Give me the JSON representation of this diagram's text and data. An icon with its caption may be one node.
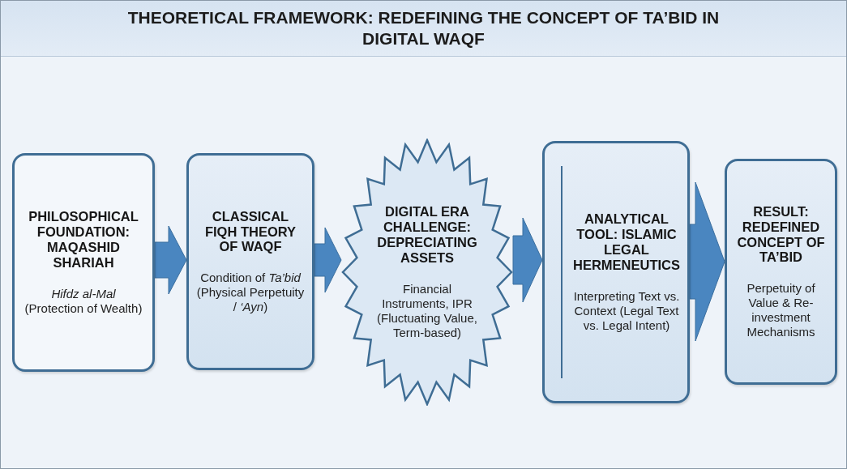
{
  "diagram": {
    "title": "THEORETICAL FRAMEWORK: REDEFINING THE CONCEPT OF TA’BID IN DIGITAL WAQF",
    "nodes": [
      {
        "text": [
          "PHILOSOPHICAL FOUNDATION: MAQASHID SHARIAH",
          "*Hifdz al-Mal* (Protection of Wealth)"
        ]
      },
      {
        "text": [
          "CLASSICAL FIQH THEORY OF WAQF",
          "Condition of *Ta’bid* (Physical Perpetuity / *‘Ayn*)"
        ]
      },
      {
        "text": [
          "DIGITAL ERA CHALLENGE: DEPRECIATING ASSETS",
          "Financial Instruments, IPR (Fluctuating Value, Term-based)"
        ]
      },
      {
        "text": [
          "ANALYTICAL TOOL: ISLAMIC LEGAL HERMENEUTICS",
          "Interpreting Text vs. Context (Legal Text vs. Legal Intent)"
        ]
      },
      {
        "text": [
          "RESULT: REDEFINED CONCEPT OF TA’BID",
          "Perpetuity of Value & Re-investment Mechanisms"
        ]
      }
    ],
    "edges": [
      {
        "from": 0,
        "to": 1,
        "arrow": "to"
      },
      {
        "from": 1,
        "to": 2,
        "arrow": "to"
      },
      {
        "from": 2,
        "to": 3,
        "arrow": "to"
      },
      {
        "from": 3,
        "to": 4,
        "arrow": "to"
      }
    ]
  }
}
